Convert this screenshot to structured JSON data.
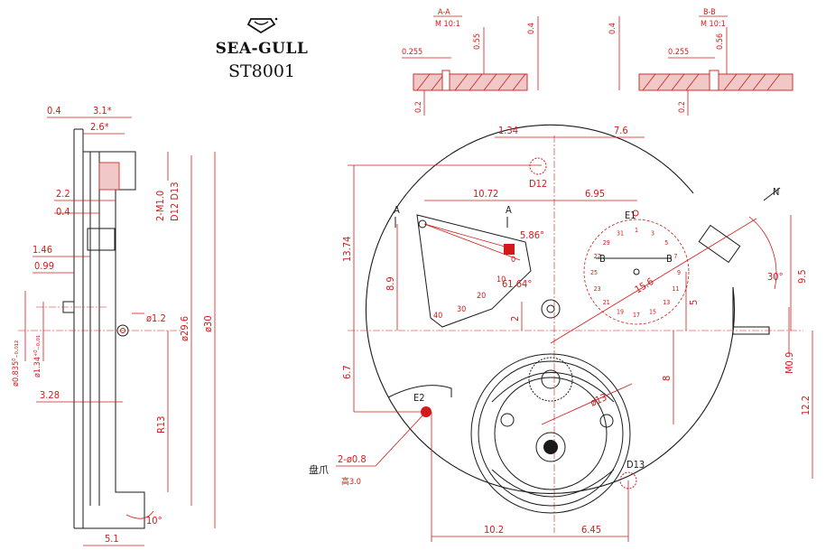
{
  "brand": {
    "logo_icon": "seagull-logo-icon",
    "name": "SEA-GULL",
    "model": "ST8001"
  },
  "colors": {
    "dimension": "#d21a1a",
    "outline": "#1a1a1a",
    "background": "#ffffff"
  },
  "section_aa": {
    "title": "A-A",
    "scale": "M 10:1",
    "d_0255": "0.255",
    "d_055": "0.55",
    "d_04": "0.4",
    "d_02": "0.2"
  },
  "section_bb": {
    "title": "B-B",
    "scale": "M 10:1",
    "d_0255": "0.255",
    "d_056": "0.56",
    "d_04": "0.4",
    "d_02": "0.2"
  },
  "side_view": {
    "d_04_top": "0.4",
    "d_31": "3.1*",
    "d_26": "2.6*",
    "d_22": "2.2",
    "d_04": "0.4",
    "d_146": "1.46",
    "d_099": "0.99",
    "d_328": "3.28",
    "phi_0835": "ø0.835⁰₋₀.₀₁₂",
    "phi_134": "ø1.34⁺⁰₋₀.₀₁",
    "phi_12": "ø1.2",
    "phi_296": "ø29.6",
    "phi_30": "ø30",
    "label_m10": "2-M1.0",
    "label_d12d13": "D12 D13",
    "r13": "R13",
    "angle_10": "10°",
    "d_51": "5.1"
  },
  "front_view": {
    "d_134": "1.34",
    "d_76": "7.6",
    "label_d12": "D12",
    "d_1072": "10.72",
    "d_695": "6.95",
    "label_a_left": "A",
    "label_a_right": "A",
    "label_e1": "E1",
    "label_n": "N",
    "d_1374": "13.74",
    "d_89": "8.9",
    "angle_586": "5.86°",
    "angle_6164": "61.64°",
    "label_b_left": "B",
    "label_b_right": "B",
    "d_156": "15.6",
    "d_5": "5",
    "angle_30": "30°",
    "d_95": "9.5",
    "d_2": "2",
    "d_67": "6.7",
    "d_8": "8",
    "phi_13": "ø13",
    "label_e2": "E2",
    "m09": "M0.9",
    "d_122": "12.2",
    "pin_label": "盘爪",
    "pin_size": "2-ø0.8",
    "pin_height": "高3.0",
    "label_d13": "D13",
    "d_102": "10.2",
    "d_645": "6.45"
  },
  "power_reserve": {
    "scale_labels": [
      "0",
      "10",
      "20",
      "30",
      "40"
    ]
  },
  "date_dial": {
    "numbers": [
      "1",
      "3",
      "5",
      "7",
      "9",
      "11",
      "13",
      "15",
      "17",
      "19",
      "21",
      "23",
      "25",
      "27",
      "29",
      "31"
    ]
  }
}
